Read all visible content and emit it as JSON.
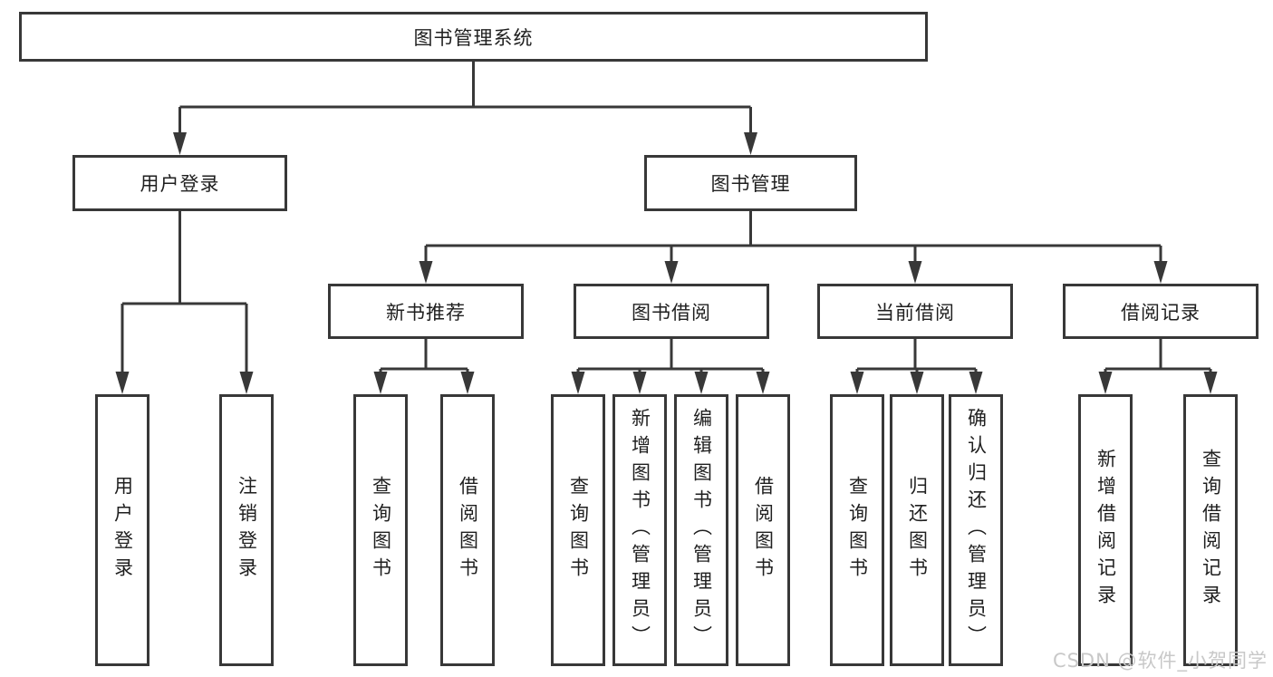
{
  "root": {
    "label": "图书管理系统"
  },
  "user_login": {
    "label": "用户登录",
    "children": {
      "login": "用户登录",
      "logout": "注销登录"
    }
  },
  "book_management": {
    "label": "图书管理"
  },
  "new_book_recommendation": {
    "label": "新书推荐",
    "children": {
      "query_books": "查询图书",
      "borrow_books": "借阅图书"
    }
  },
  "book_borrowing": {
    "label": "图书借阅",
    "children": {
      "query_books": "查询图书",
      "add_books_admin": "新增图书（管理员）",
      "edit_books_admin": "编辑图书（管理员）",
      "borrow_books": "借阅图书"
    }
  },
  "current_borrowing": {
    "label": "当前借阅",
    "children": {
      "query_books": "查询图书",
      "return_books": "归还图书",
      "confirm_return_admin": "确认归还（管理员）"
    }
  },
  "borrowing_records": {
    "label": "借阅记录",
    "children": {
      "add_record": "新增借阅记录",
      "query_record": "查询借阅记录"
    }
  },
  "watermark": "CSDN @软件_小贺同学",
  "colors": {
    "line": "#383838",
    "box_background": "#ffffff",
    "text": "#1f1f1f",
    "watermark": "#c8c8c8"
  }
}
